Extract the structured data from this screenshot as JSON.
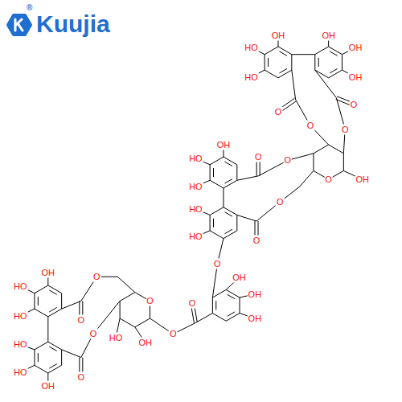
{
  "diagram": {
    "labels": [
      "Kuujia",
      "®",
      "OH",
      "HO",
      "HO",
      "OH",
      "OH",
      "OH",
      "O",
      "O",
      "O",
      "O",
      "O",
      "OH",
      "O",
      "O",
      "OH",
      "HO",
      "HO",
      "HO",
      "HO",
      "O",
      "O",
      "O",
      "OH",
      "OH",
      "OH",
      "O",
      "O",
      "O",
      "HO",
      "OH",
      "O",
      "O",
      "OH",
      "HO",
      "HO",
      "HO",
      "HO",
      "OH",
      "O",
      "O"
    ]
  }
}
